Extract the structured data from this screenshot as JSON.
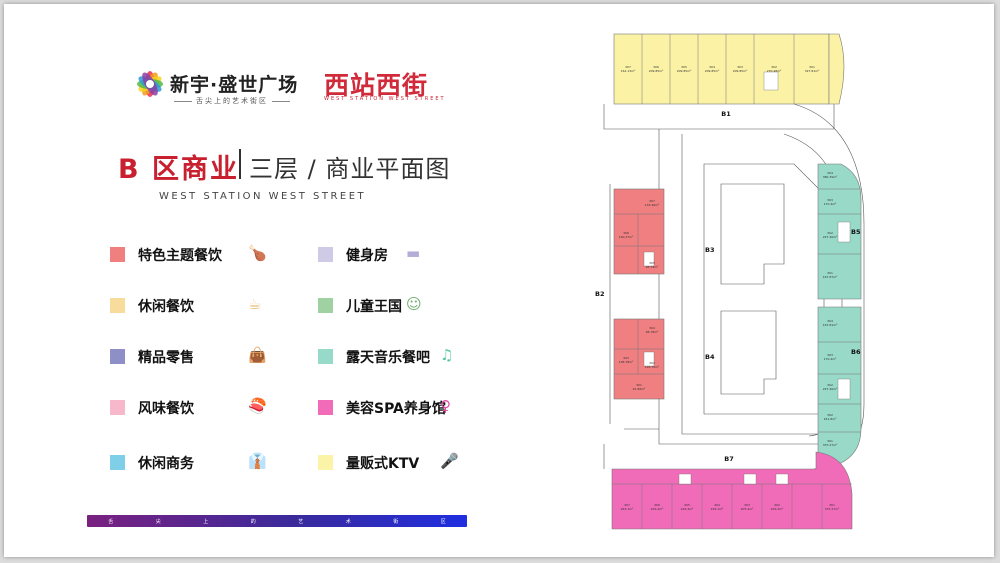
{
  "brand": {
    "name": "新宇·盛世广场",
    "slogan": "舌尖上的艺术街区",
    "name2": "西站西街",
    "name2_sub": "WEST STATION WEST STREET"
  },
  "title": {
    "zone": "B 区商业",
    "floor": "三层 / 商业平面图",
    "english": "WEST STATION WEST STREET"
  },
  "legend": [
    {
      "label": "特色主题餐饮",
      "color": "#f08080",
      "icon": "roast-chicken-icon"
    },
    {
      "label": "休闲餐饮",
      "color": "#f8dc9b",
      "icon": "coffee-cup-icon"
    },
    {
      "label": "精品零售",
      "color": "#8f8fc8",
      "icon": "handbag-icon"
    },
    {
      "label": "风味餐饮",
      "color": "#f7b8cc",
      "icon": "sushi-icon"
    },
    {
      "label": "休闲商务",
      "color": "#7fcfe9",
      "icon": "necktie-icon"
    },
    {
      "label": "健身房",
      "color": "#cfcbe6",
      "icon": "dumbbell-icon"
    },
    {
      "label": "儿童王国",
      "color": "#9fd1a2",
      "icon": "child-face-icon"
    },
    {
      "label": "露天音乐餐吧",
      "color": "#98dac9",
      "icon": "music-note-icon"
    },
    {
      "label": "美容SPA养身馆",
      "color": "#f16bb9",
      "icon": "woman-silhouette-icon"
    },
    {
      "label": "量贩式KTV",
      "color": "#fbf3a8",
      "icon": "microphone-icon"
    }
  ],
  "bottom_bar": {
    "chars": [
      "舌",
      "尖",
      "上",
      "的",
      "艺",
      "术",
      "街",
      "区"
    ]
  },
  "plan": {
    "zones": [
      "B1",
      "B2",
      "B3",
      "B4",
      "B5",
      "B6",
      "B7"
    ],
    "top_units": [
      {
        "id": "307",
        "area": "161.13m²"
      },
      {
        "id": "306",
        "area": "209.85m²"
      },
      {
        "id": "305",
        "area": "209.85m²"
      },
      {
        "id": "304",
        "area": "209.85m²"
      },
      {
        "id": "303",
        "area": "209.85m²"
      },
      {
        "id": "302",
        "area": "270.48m²"
      },
      {
        "id": "301",
        "area": "327.81m²"
      }
    ],
    "b2_units": [
      {
        "id": "307",
        "area": "133.46m²"
      },
      {
        "id": "306",
        "area": "140.27m²"
      },
      {
        "id": "305",
        "area": "98.78m²"
      },
      {
        "id": "304",
        "area": "98.78m²"
      },
      {
        "id": "303",
        "area": "138.78m²"
      },
      {
        "id": "302",
        "area": "126.70m²"
      },
      {
        "id": "301",
        "area": "91.86m²"
      }
    ],
    "b5_units": [
      {
        "id": "304",
        "area": "380.39m²"
      },
      {
        "id": "303",
        "area": "170.4m²"
      },
      {
        "id": "302",
        "area": "227.40m²"
      },
      {
        "id": "301",
        "area": "167.87m²"
      }
    ],
    "b6_units": [
      {
        "id": "304",
        "area": "167.81m²"
      },
      {
        "id": "303",
        "area": "170.4m²"
      },
      {
        "id": "302",
        "area": "227.40m²"
      },
      {
        "id": "302",
        "area": "161.8m²"
      },
      {
        "id": "301",
        "area": "337.27m²"
      }
    ],
    "b7_units": [
      {
        "id": "307",
        "area": "263.1m²"
      },
      {
        "id": "306",
        "area": "226.4m²"
      },
      {
        "id": "305",
        "area": "226.4m²"
      },
      {
        "id": "304",
        "area": "226.1m²"
      },
      {
        "id": "303",
        "area": "205.4m²"
      },
      {
        "id": "302",
        "area": "226.4m²"
      },
      {
        "id": "301",
        "area": "337.27m²"
      }
    ]
  }
}
